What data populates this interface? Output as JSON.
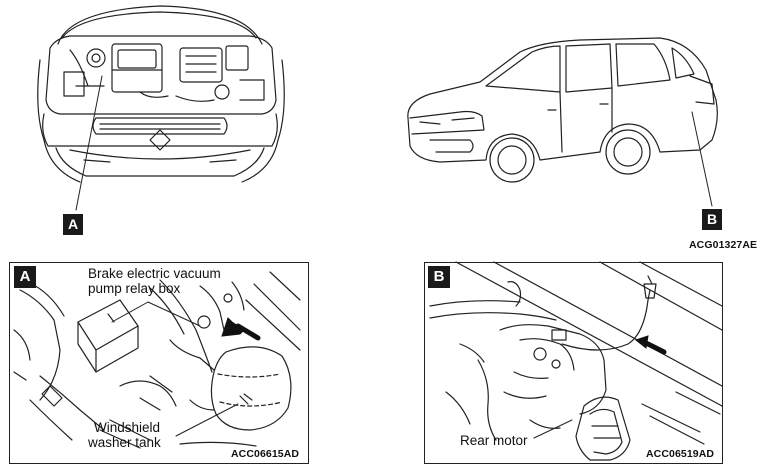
{
  "top": {
    "callout_a": "A",
    "callout_b": "B",
    "code": "ACG01327AE"
  },
  "detail_a": {
    "badge": "A",
    "label_relay_line1": "Brake electric vacuum",
    "label_relay_line2": "pump relay box",
    "label_tank_line1": "Windshield",
    "label_tank_line2": "washer tank",
    "code": "ACC06615AD"
  },
  "detail_b": {
    "badge": "B",
    "label_motor": "Rear motor",
    "code": "ACC06519AD"
  }
}
